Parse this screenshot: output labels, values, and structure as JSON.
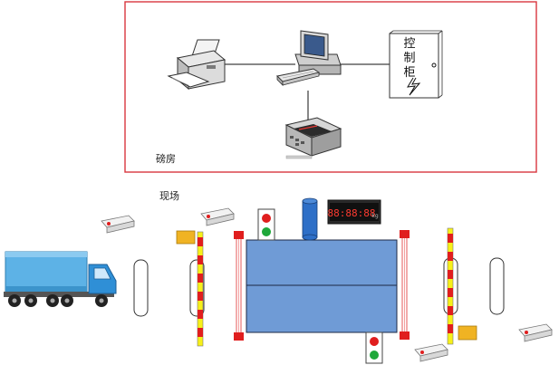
{
  "control_room": {
    "label": "磅房",
    "border_color": "#d9363e",
    "devices": {
      "printer_icon": "printer-icon",
      "computer_icon": "computer-icon",
      "weighing_indicator_icon": "weighing-indicator-icon",
      "cabinet": {
        "chars": [
          "控",
          "制",
          "柜"
        ],
        "icon": "lightning-icon"
      }
    }
  },
  "field": {
    "label": "现场",
    "scale_platform_color": "#6f9bd6",
    "display_board": {
      "text": "88:88:88",
      "unit": "kg"
    },
    "icons": [
      "truck-icon",
      "camera-icon",
      "traffic-light-icon",
      "barrier-gate-icon",
      "infrared-sensor-icon",
      "loop-detector-icon",
      "cylinder-icon"
    ]
  }
}
